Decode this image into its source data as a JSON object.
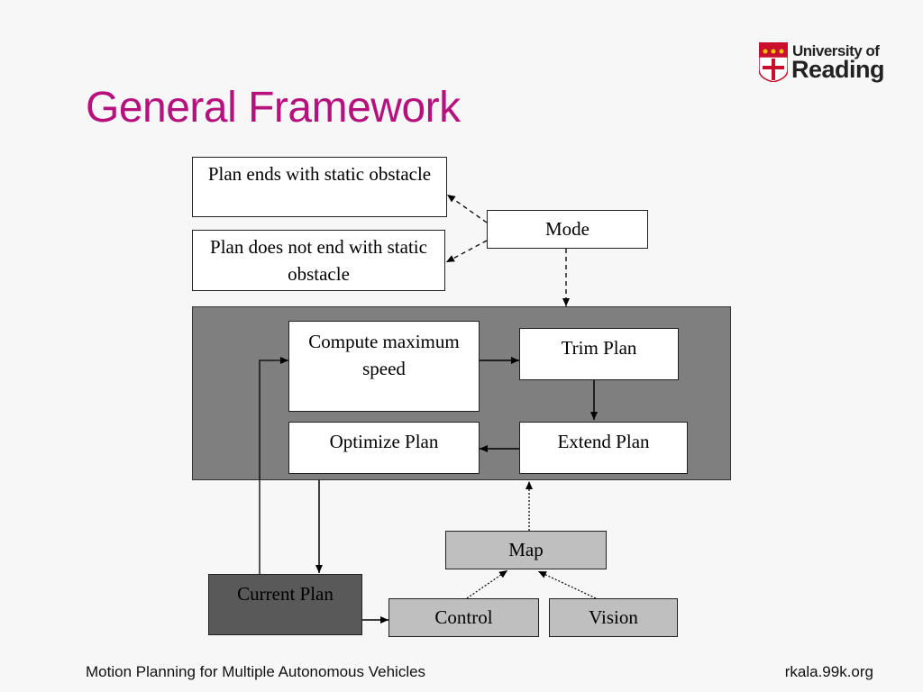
{
  "slide": {
    "title": "General Framework"
  },
  "logo": {
    "line1": "University of",
    "line2": "Reading"
  },
  "diagram": {
    "boxes": {
      "plan_ends_static": "Plan ends with static obstacle",
      "plan_not_end_static": "Plan does not end with static obstacle",
      "mode": "Mode",
      "compute_max_speed": "Compute maximum speed",
      "trim_plan": "Trim Plan",
      "optimize_plan": "Optimize Plan",
      "extend_plan": "Extend Plan",
      "map": "Map",
      "current_plan": "Current Plan",
      "control": "Control",
      "vision": "Vision"
    }
  },
  "footer": {
    "left": "Motion Planning  for Multiple Autonomous Vehicles",
    "right": "rkala.99k.org"
  }
}
